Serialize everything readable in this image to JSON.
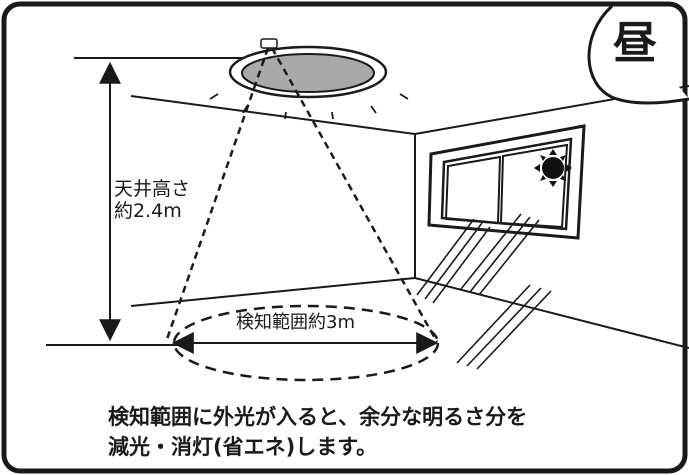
{
  "badge_text": "昼",
  "ceiling_height": {
    "line1": "天井高さ",
    "line2": "約2.4m"
  },
  "detection_range": "検知範囲約3m",
  "caption": {
    "line1": "検知範囲に外光が入ると、余分な明るさ分を",
    "line2": "減光・消灯(省エネ)します。"
  },
  "colors": {
    "frame": "#1a1a1a",
    "light_fixture_lens": "#a9a9a9",
    "sun": "#111111"
  },
  "icons": [
    "ceiling-light-sensor-icon",
    "sun-icon",
    "window-icon"
  ]
}
